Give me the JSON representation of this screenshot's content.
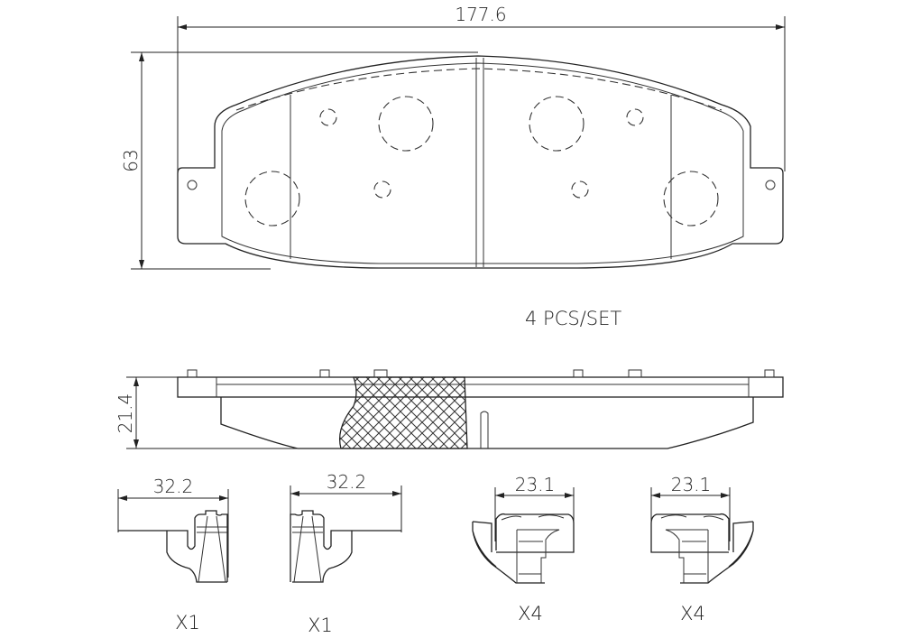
{
  "drawing": {
    "top_view": {
      "width_dim": "177.6",
      "height_dim": "63"
    },
    "set_label": "4  PCS/SET",
    "side_view": {
      "thickness_dim": "21.4"
    },
    "hardware": [
      {
        "width_dim": "32.2",
        "qty": "X1"
      },
      {
        "width_dim": "32.2",
        "qty": "X1"
      },
      {
        "width_dim": "23.1",
        "qty": "X4"
      },
      {
        "width_dim": "23.1",
        "qty": "X4"
      }
    ]
  },
  "colors": {
    "line": "#222222",
    "background": "#ffffff"
  }
}
